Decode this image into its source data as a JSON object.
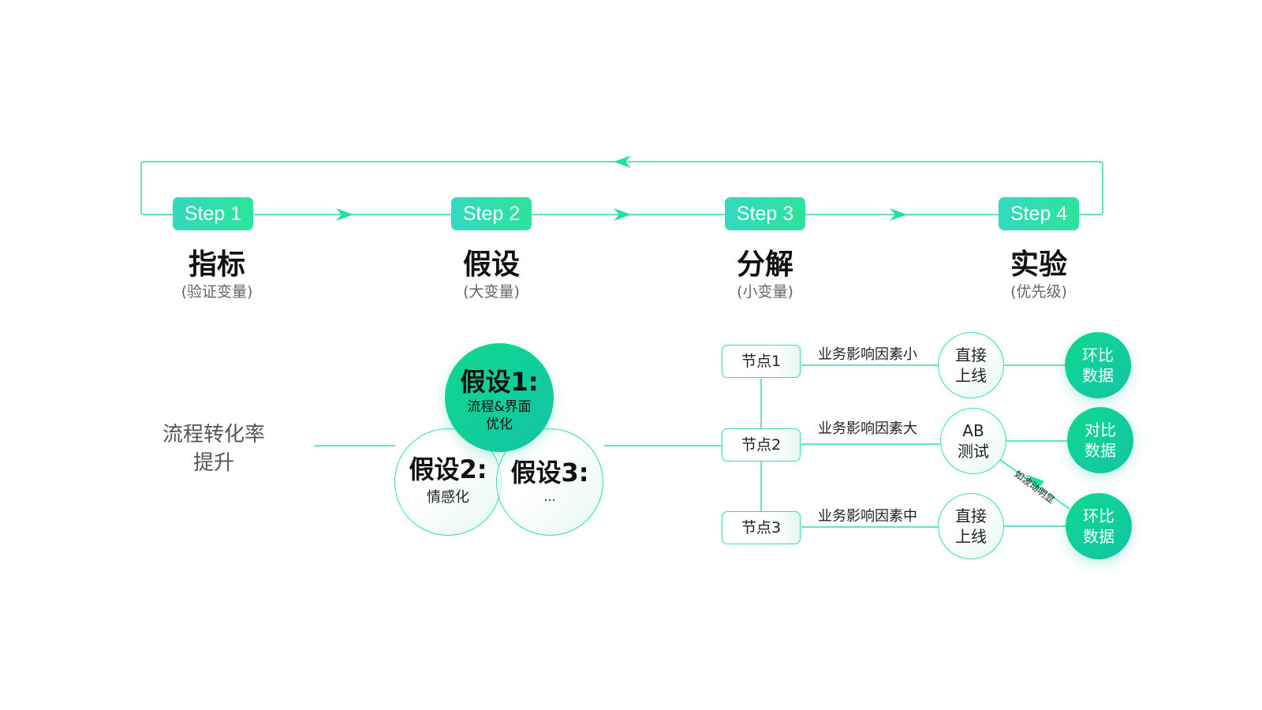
{
  "accent": "#2fe0a0",
  "steps": [
    {
      "badge": "Step 1",
      "title": "指标",
      "subtitle": "(验证变量)"
    },
    {
      "badge": "Step 2",
      "title": "假设",
      "subtitle": "(大变量)"
    },
    {
      "badge": "Step 3",
      "title": "分解",
      "subtitle": "(小变量)"
    },
    {
      "badge": "Step 4",
      "title": "实验",
      "subtitle": "(优先级)"
    }
  ],
  "metric": {
    "line1": "流程转化率",
    "line2": "提升"
  },
  "hypotheses": [
    {
      "title": "假设1:",
      "desc": "流程&界面",
      "desc2": "优化"
    },
    {
      "title": "假设2:",
      "desc": "情感化"
    },
    {
      "title": "假设3:",
      "desc": "..."
    }
  ],
  "nodes": [
    {
      "label": "节点1",
      "factor": "业务影响因素小",
      "action1": "直接",
      "action2": "上线",
      "result1": "环比",
      "result2": "数据"
    },
    {
      "label": "节点2",
      "factor": "业务影响因素大",
      "action1": "AB",
      "action2": "测试",
      "result1": "对比",
      "result2": "数据"
    },
    {
      "label": "节点3",
      "factor": "业务影响因素中",
      "action1": "直接",
      "action2": "上线",
      "result1": "环比",
      "result2": "数据"
    }
  ],
  "feedback_label": "如波动明显"
}
